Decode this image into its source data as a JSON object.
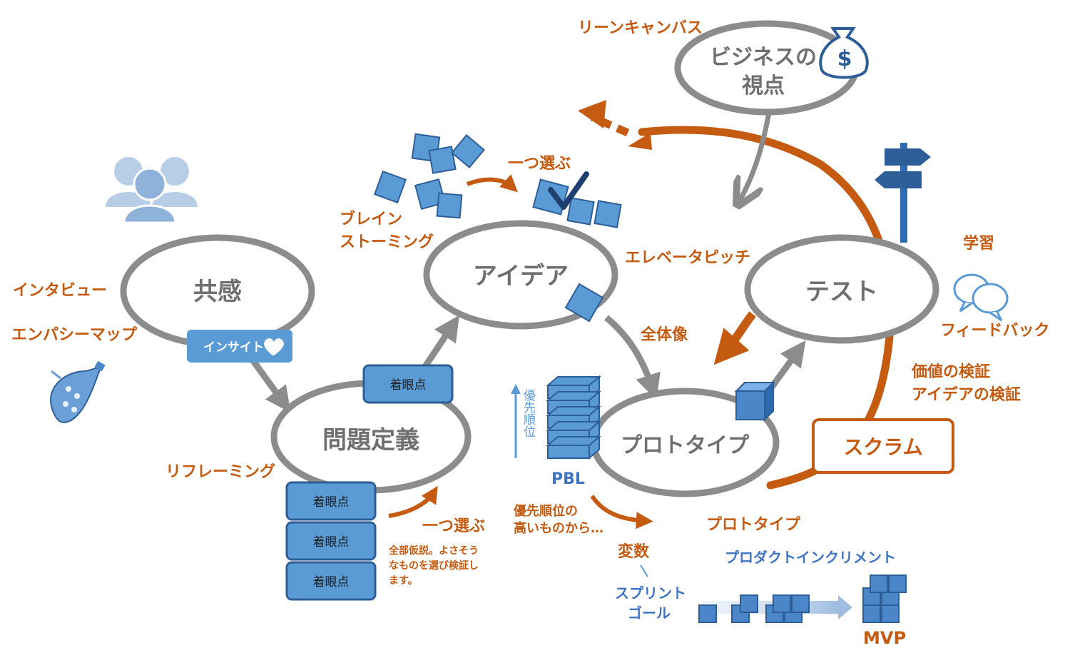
{
  "nodes": {
    "empathy": "共感",
    "define": "問題定義",
    "idea": "アイデア",
    "prototype": "プロトタイプ",
    "test": "テスト",
    "business": [
      "ビジネスの",
      "視点"
    ]
  },
  "labels": {
    "lean_canvas": "リーンキャンバス",
    "one_choice_top": "一つ選ぶ",
    "brainstorming": [
      "ブレイン",
      "ストーミング"
    ],
    "interview": "インタビュー",
    "empathy_map": "エンパシーマップ",
    "elevator_pitch": "エレベータピッチ",
    "big_picture": "全体像",
    "learning": "学習",
    "feedback": "フィードバック",
    "validation": [
      "価値の検証",
      "アイデアの検証"
    ],
    "reframing": "リフレーミング",
    "one_choice_bottom": "一つ選ぶ",
    "hypothesis_note": [
      "全部仮説。よさそう",
      "なものを選び検証し",
      "ます。"
    ],
    "priority_note": [
      "優先順位の",
      "高いものから…"
    ],
    "variable": "変数",
    "prototype_sub": "プロトタイプ",
    "sprint_goal": [
      "スプリント",
      "ゴール"
    ],
    "product_increment": "プロダクトインクリメント",
    "mvp": "MVP",
    "pbl": "PBL",
    "priority_axis": "優先順位",
    "scrum": "スクラム",
    "insight": "インサイト"
  },
  "focus_points": {
    "top": "着眼点",
    "stack": [
      "着眼点",
      "着眼点",
      "着眼点"
    ]
  },
  "colors": {
    "node_stroke": "#8c8c8c",
    "node_text": "#6f6f6f",
    "orange": "#c55a11",
    "blue": "#4a86c8",
    "blue_dark": "#2e5e97",
    "light_blue": "#9fbde0"
  },
  "icons": [
    "people-icon",
    "ocarina-icon",
    "money-bag-icon",
    "signpost-icon",
    "speech-bubbles-icon",
    "checkmark-icon",
    "heart-icon"
  ]
}
